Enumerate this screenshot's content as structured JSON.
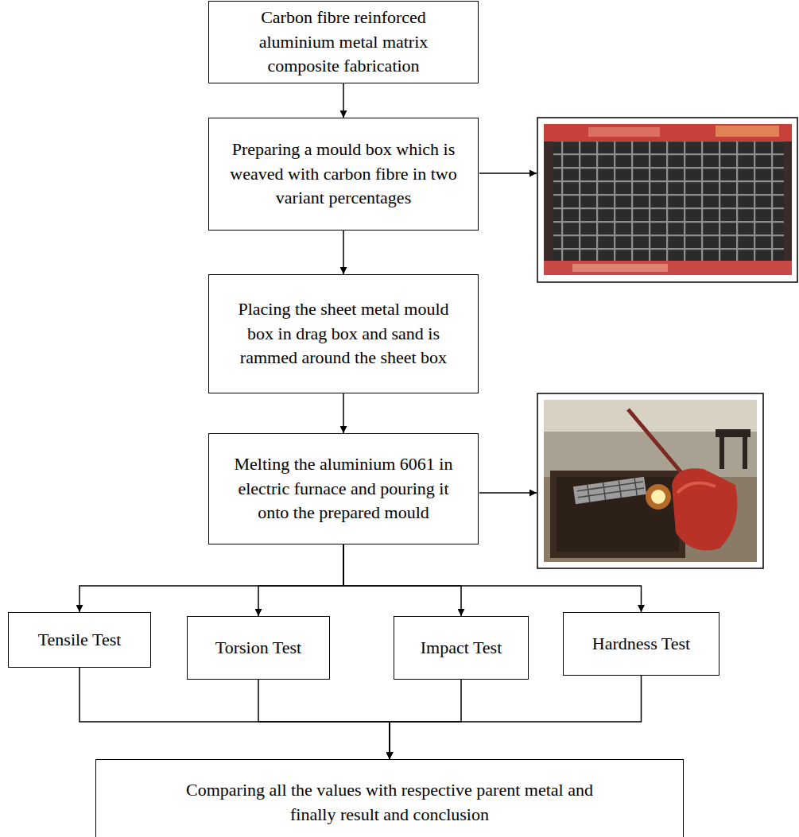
{
  "diagram": {
    "nodes": [
      {
        "text": [
          "Carbon fibre reinforced aluminium metal matrix composite fabrication"
        ]
      },
      {
        "text": [
          "Preparing a mould box which is weaved with carbon fibre in two variant percentages"
        ]
      },
      {
        "text": [
          "Placing the sheet metal mould box in drag box and sand is rammed around the sheet box"
        ]
      },
      {
        "text": [
          "Melting the aluminium 6061 in electric furnace and pouring it onto the prepared mould"
        ]
      },
      {
        "text": [
          "Tensile Test"
        ]
      },
      {
        "text": [
          "Torsion Test"
        ]
      },
      {
        "text": [
          "Impact Test"
        ]
      },
      {
        "text": [
          "Hardness Test"
        ]
      },
      {
        "text": [
          "Comparing all the values with respective parent metal and finally result and conclusion"
        ]
      }
    ],
    "edges": [
      {
        "from": 0,
        "to": 1,
        "arrow": "to"
      },
      {
        "from": 1,
        "to": 2,
        "arrow": "to"
      },
      {
        "from": 2,
        "to": 3,
        "arrow": "to"
      },
      {
        "from": 3,
        "to": 4,
        "arrow": "to"
      },
      {
        "from": 3,
        "to": 5,
        "arrow": "to"
      },
      {
        "from": 3,
        "to": 6,
        "arrow": "to"
      },
      {
        "from": 3,
        "to": 7,
        "arrow": "to"
      },
      {
        "from": 4,
        "to": 8,
        "arrow": "to"
      },
      {
        "from": 5,
        "to": 8,
        "arrow": "to"
      },
      {
        "from": 6,
        "to": 8,
        "arrow": "to"
      },
      {
        "from": 7,
        "to": 8,
        "arrow": "to"
      }
    ]
  }
}
